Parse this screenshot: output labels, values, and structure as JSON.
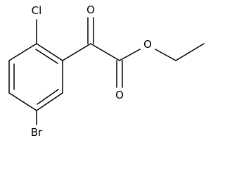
{
  "molecule": {
    "atoms": {
      "chlorine": "Cl",
      "bromine": "Br",
      "ketone_oxygen": "O",
      "ester_oxygen": "O",
      "carbonyl_oxygen": "O"
    },
    "colors": {
      "bond": "#000000",
      "label": "#000000",
      "background": "#ffffff"
    }
  }
}
